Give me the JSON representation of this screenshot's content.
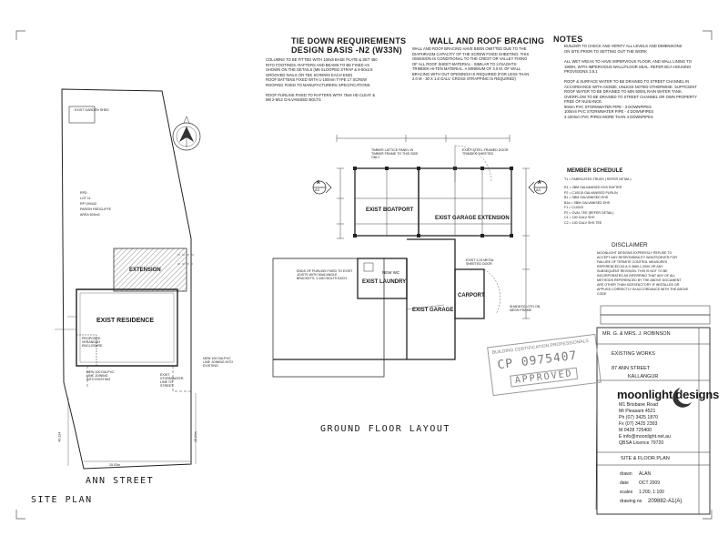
{
  "notes_title_tiedown": "TIE DOWN REQUIREMENTS",
  "notes_title_design": "DESIGN BASIS -N2 (W33N)",
  "tiedown_text": [
    "COLUMNS TO BE FITTED WITH 100x8 BASE PLATE & SET 450",
    "INTO FOOTINGS. RAFTERS AND BEAMS TO BE FIXED AS",
    "SHOWN ON THE DETAILS (M8 SLOOPED STRAP & 6-50x2.8",
    "GROOVED NAILS OR TEK SCREWS EACH END)",
    "ROOF BATTENS FIXED WITH 1-100mm TYPE 17 SCREW",
    "ROOFING FIXED TO MANUFACTURERS SPECIFICATIONS.",
    "",
    "ROOF PURLINS FIXED TO RAFTERS WITH 75x8 HD CLEAT &",
    "M8 2-M12 GALVANISED BOLTS"
  ],
  "bracing_title": "WALL AND ROOF BRACING",
  "bracing_text": [
    "WALL AND ROOF BRACING HAVE BEEN OMITTED DUE TO THE",
    "DIAPHRAGM CAPACITY OF THE SCREW FIXED SHEETING. THIS",
    "OMISSION IS CONDITIONAL TO THE CREST OR VALLEY FIXING",
    "OF ALL ROOF SHEET MATERIAL - SIMILAR TO LYSAGHTS",
    "TRIMDEK Hi-TEN MATERIAL. A MINIMUM OF 3.0 M. OF WALL",
    "BRACING WITH OUT OPENINGS IS REQUIRED (FOR LESS THAN",
    "2.0 M - 30 X 1.6 GALV. CROSS STRAPPING IS REQUIRED)"
  ],
  "notes_title": "NOTES",
  "notes_text": [
    "BUILDER TO CHECK AND VERIFY ALL LEVELS AND DIMENSIONS",
    "ON SITE PRIOR TO SETTING OUT THE WORK",
    "",
    "ALL WET AREAS TO HAVE IMPERVIOUS FLOOR, AND WALL LINING TO",
    "1800H, WITH IMPERVIOUS WALL/FLOOR SEAL. REFER BCA HOUSING",
    "PROVISIONS 3.8.1",
    "",
    "ROOF & SURFACE WATER TO BE DRAINED TO STREET CHANNEL IN",
    "ACCORDANCE WITH AS3500, UNLESS NOTED OTHERWISE. SUFFICIENT",
    "ROOF WATER TO BE DRAINED TO MIN 5000L RAIN WATER TANK.",
    "OVERFLOW TO BE DRAINED TO STREET CHANNEL OR OWN PROPERTY",
    "FREE OF NUISANCE.",
    "90mm PVC STORMWATER PIPE - 3 DOWNPIPES",
    "100mm PVC STORMWATER PIPE - 4 DOWNPIPES",
    "2-100mm PVC PIPES-MORE THAN 4 DOWNPIPES"
  ],
  "member_schedule_title": "MEMBER SCHEDULE",
  "member_schedule": [
    "T1 = FABRICATED TRUSS ( REFER DETAIL)",
    "R1 = 2BM GALVANISED EHS RAFTER",
    "P2 = C10015 GALVANISED PURLIN",
    "B1 = SBM GALVANISED EHS",
    "B1a = SBM GALVANISED EHS",
    "F1 = C10015",
    "P2 = OVAL TEE (REFER DETAIL)",
    "C1 = 100 GALV SHS",
    "C2 = 100 GALV SHS TEE"
  ],
  "disclaimer_title": "DISCLAIMER",
  "disclaimer_text": [
    "MOONLIGHT DESIGNS EXPRESSLY REFUSE TO",
    "ACCEPT ANY RESPONSIBILITY WHATSOEVER FOR",
    "FAILURE OF TERMITE CONTROL MEASURES",
    "REFERENCED AS A.S.3660.1-2000 OR ANY",
    "SUBSEQUENT REVISION. THIS IS NOT TO BE",
    "INCORPORATED AS INFERRING THAT ANY OF ALL",
    "METHODS REFERENCED BY THE ABOVE DOCUMENT",
    "ARE OTHER THAN SATISFACTORY IF INSTALLED OR",
    "APPLIED CORRECTLY IN ACCORDANCE WITH THE ABOVE",
    "CODE"
  ],
  "client": "MR. G. & MRS. J. ROBINSON",
  "project": "EXISTING WORKS",
  "address_line1": "87 ANN STREET",
  "address_line2": "KALLANGUR",
  "company_name": "moonlight designs",
  "company_lines": [
    "M1 Brisbane Road",
    "Mt Pleasant 4521",
    "Ph (07) 3425 1870",
    "Fx (07) 3425 2393",
    "M 0428 725400",
    "E info@moonlight.net.au",
    "QBSA Licence 79720"
  ],
  "sheet_title": "SITE & FLOOR PLAN",
  "drawn_label": "drawn",
  "drawn_value": "ALAN",
  "date_label": "date",
  "date_value": "OCT 2009",
  "scales_label": "scales",
  "scales_value": "1:200, 1:100",
  "drawing_no_label": "drawing no",
  "drawing_no_value": "209882-A1(A)",
  "stamp_line1": "BUILDING CERTIFICATION PROFESSIONALS",
  "stamp_line2": "CP 0975407",
  "stamp_line3": "APPROVED",
  "ground_floor_title": "GROUND FLOOR LAYOUT",
  "street_title": "ANN STREET",
  "site_plan_title": "SITE PLAN",
  "rooms": {
    "boatport": "EXIST BOATPORT",
    "garage_ext": "EXIST GARAGE EXTENSION",
    "laundry": "EXIST LAUNDRY",
    "garage": "EXIST GARAGE",
    "carport": "CARPORT",
    "residence": "EXIST RESIDENCE",
    "extension": "EXTENSION",
    "garden_shed": "EXIST GARDEN SHED",
    "proposed_verandah": "PROPOSED VERANDAH ENCLOSURE",
    "new_wc": "NEW WC"
  },
  "site_labels": {
    "rpd": "RPD",
    "lot": "LOT 11",
    "rp": "RP 109443",
    "parish": "PARISH REDCLIFFE",
    "area": "AREA 603m2",
    "new_pvc": "NEW 100 DIA PVC LINE JOINING INTO EXISTING",
    "new_pvc2": "NEW 100 DIA PVC LINE JOINING INTO EXISTING",
    "exist_sw": "EXIST STORMWATER LINE TO STREET",
    "dim_bottom": "15.03m",
    "dim_left": "40.234",
    "dim_right": "40.24m"
  },
  "plan_notes": {
    "timber_lattice": "TIMBER LATTICE PANEL IN TIMBER FRAME TO THIS SIDE ONLY",
    "exist_steel": "EXIST STEEL FRAMED DOOR TRIMDEK SHEETED",
    "purlins": "ENDS OF PURLINS FIXED TO EXIST JOISTS WITH 50x5 ANGLE BRACKETS. 2-M10 BOLTS EACH",
    "metal_door": "EXIST 3.24 METAL SHEETED DOOR",
    "shade_sail": "SHADESCLOTH ON MESH FRAME"
  },
  "section_marks": [
    "A",
    "A3",
    "A",
    "A3"
  ]
}
